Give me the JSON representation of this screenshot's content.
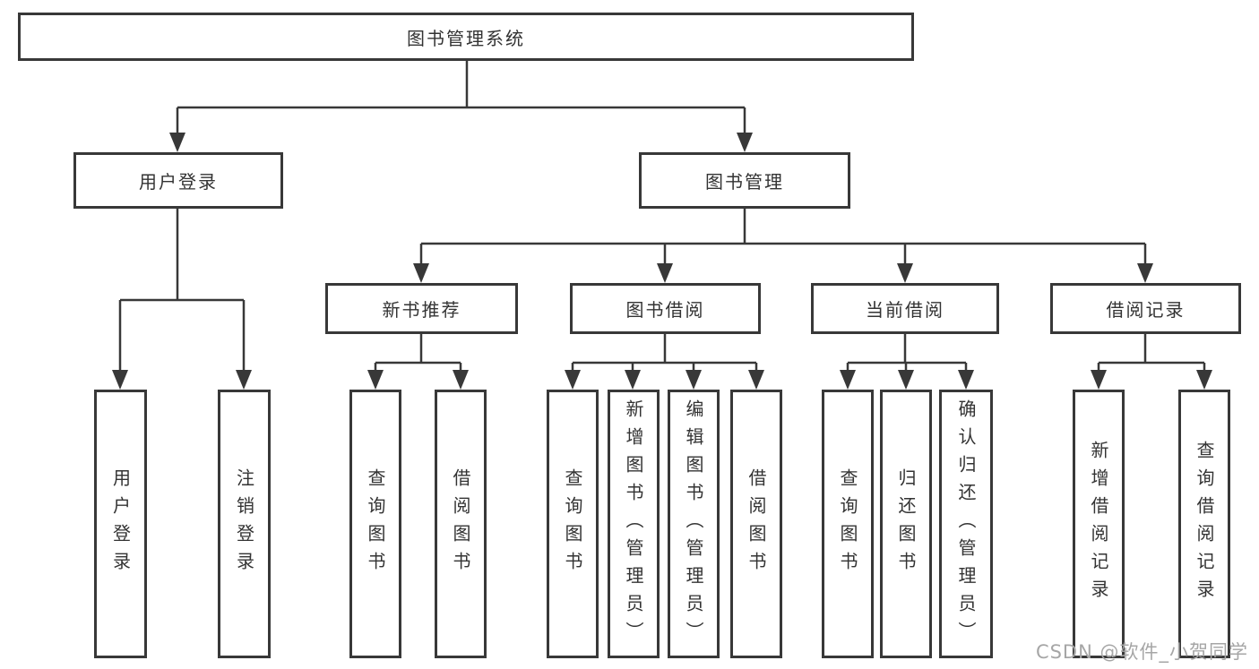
{
  "root": {
    "label": "图书管理系统"
  },
  "branches": [
    {
      "label": "用户登录",
      "leaves": [
        {
          "label": "用户登录"
        },
        {
          "label": "注销登录"
        }
      ]
    },
    {
      "label": "图书管理",
      "subgroups": [
        {
          "label": "新书推荐",
          "leaves": [
            {
              "label": "查询图书"
            },
            {
              "label": "借阅图书"
            }
          ]
        },
        {
          "label": "图书借阅",
          "leaves": [
            {
              "label": "查询图书"
            },
            {
              "label": "新增图书（管理员）"
            },
            {
              "label": "编辑图书（管理员）"
            },
            {
              "label": "借阅图书"
            }
          ]
        },
        {
          "label": "当前借阅",
          "leaves": [
            {
              "label": "查询图书"
            },
            {
              "label": "归还图书"
            },
            {
              "label": "确认归还（管理员）"
            }
          ]
        },
        {
          "label": "借阅记录",
          "leaves": [
            {
              "label": "新增借阅记录"
            },
            {
              "label": "查询借阅记录"
            }
          ]
        }
      ]
    }
  ],
  "watermark": {
    "text": "CSDN @软件_小贺同学"
  },
  "colors": {
    "line": "#383838",
    "box_border": "#383838",
    "box_bg": "#ffffff",
    "text": "#333333",
    "watermark": "#a6a6a6"
  }
}
